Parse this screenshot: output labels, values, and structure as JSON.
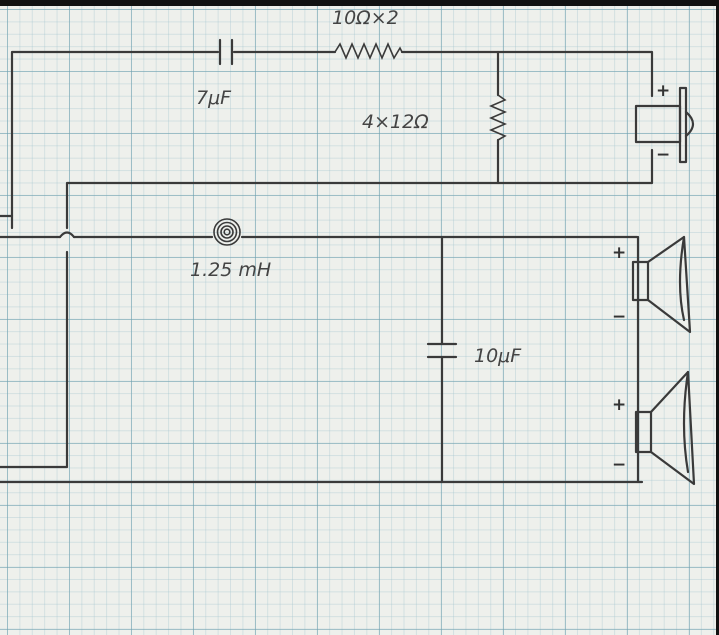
{
  "components": {
    "tweeter_cap": {
      "label": "7μF"
    },
    "series_resistor": {
      "label": "10Ω×2"
    },
    "shunt_resistor": {
      "label": "4×12Ω"
    },
    "inductor": {
      "label": "1.25 mH"
    },
    "woofer_cap": {
      "label": "10μF"
    }
  },
  "polarity": {
    "plus": "+",
    "minus": "−"
  }
}
